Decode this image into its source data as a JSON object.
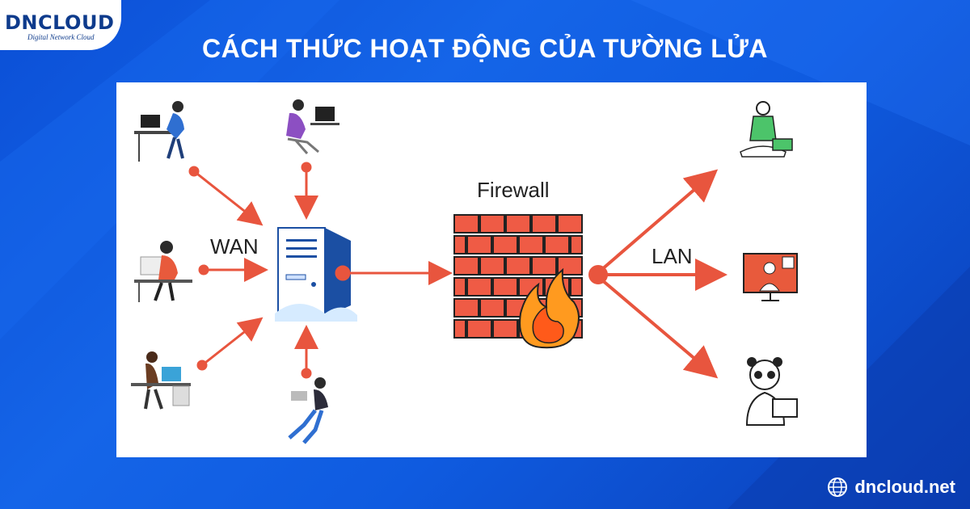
{
  "brand": {
    "name": "DNCLOUD",
    "tagline": "Digital Network Cloud",
    "website": "dncloud.net"
  },
  "title": "CÁCH THỨC HOẠT ĐỘNG CỦA TƯỜNG LỬA",
  "diagram": {
    "labels": {
      "wan": "WAN",
      "firewall": "Firewall",
      "lan": "LAN"
    },
    "icons": [
      "wan-user-desktop-icon",
      "wan-user-headset-icon",
      "wan-user-glasses-icon",
      "wan-user-woman-icon",
      "wan-user-laptop-icon",
      "server-icon",
      "firewall-brick-wall-icon",
      "fire-icon",
      "lan-user-laptop-icon",
      "lan-video-call-icon",
      "lan-user-panda-icon"
    ],
    "colors": {
      "arrow": "#e8553e",
      "brick": "#ef5b45",
      "flame": "#ff7a1a",
      "server": "#1b4fa3"
    }
  }
}
